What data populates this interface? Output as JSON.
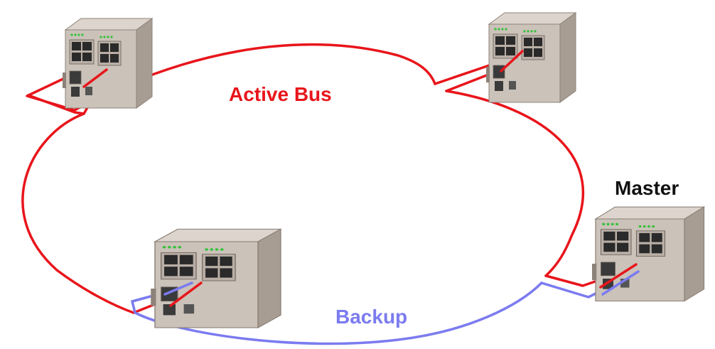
{
  "labels": {
    "active_bus": "Active Bus",
    "backup": "Backup",
    "master": "Master"
  },
  "colors": {
    "active_bus": "#e8151b",
    "backup": "#7b7bf0",
    "switch_front": "#cbc2b9",
    "switch_side": "#a89d93",
    "switch_top": "#ddd5cd",
    "port": "#2a2a2a",
    "led": "#35c23a"
  },
  "devices": [
    {
      "role": "switch-top-left"
    },
    {
      "role": "switch-top-right"
    },
    {
      "role": "switch-bottom-left"
    },
    {
      "role": "master-switch"
    }
  ]
}
